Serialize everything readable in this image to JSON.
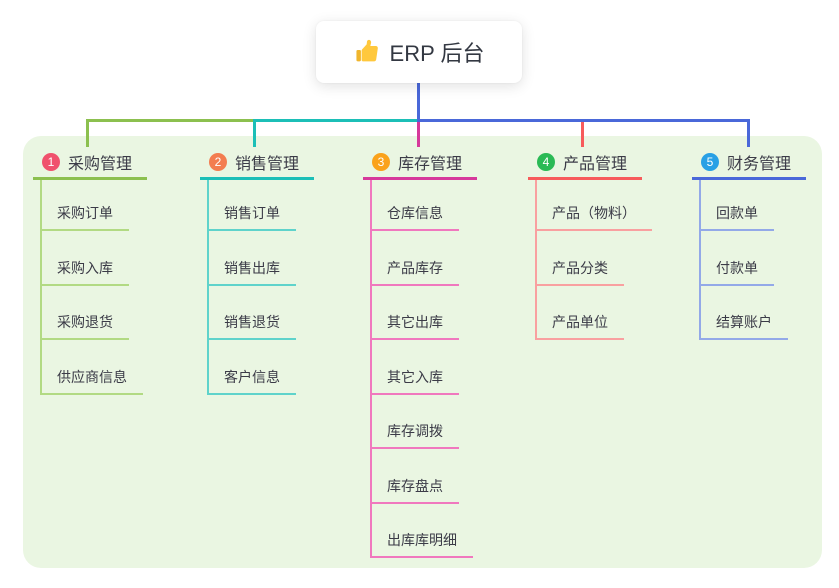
{
  "root": {
    "icon": "thumbs-up-icon",
    "label": "ERP 后台"
  },
  "branches": [
    {
      "num": "1",
      "label": "采购管理",
      "color": "#8CC04F",
      "child_color": "#B2DA83",
      "badge_color": "#F0516D",
      "children": [
        "采购订单",
        "采购入库",
        "采购退货",
        "供应商信息"
      ]
    },
    {
      "num": "2",
      "label": "销售管理",
      "color": "#1CBFB7",
      "child_color": "#5FD3CB",
      "badge_color": "#F37D50",
      "children": [
        "销售订单",
        "销售出库",
        "销售退货",
        "客户信息"
      ]
    },
    {
      "num": "3",
      "label": "库存管理",
      "color": "#D6399B",
      "child_color": "#F078BE",
      "badge_color": "#FAA21B",
      "children": [
        "仓库信息",
        "产品库存",
        "其它出库",
        "其它入库",
        "库存调拨",
        "库存盘点",
        "出库库明细"
      ]
    },
    {
      "num": "4",
      "label": "产品管理",
      "color": "#F75B5B",
      "child_color": "#F9A0A0",
      "badge_color": "#2ABA55",
      "children": [
        "产品（物料）",
        "产品分类",
        "产品单位"
      ]
    },
    {
      "num": "5",
      "label": "财务管理",
      "color": "#4A68D9",
      "child_color": "#93A9E8",
      "badge_color": "#28A0E5",
      "children": [
        "回款单",
        "付款单",
        "结算账户"
      ]
    }
  ],
  "canvas": {
    "background": "#FFFFFF",
    "panel_color": "#EAF6E2",
    "root_line_color": "#4A68D9",
    "text_color": "#3B3B47"
  }
}
